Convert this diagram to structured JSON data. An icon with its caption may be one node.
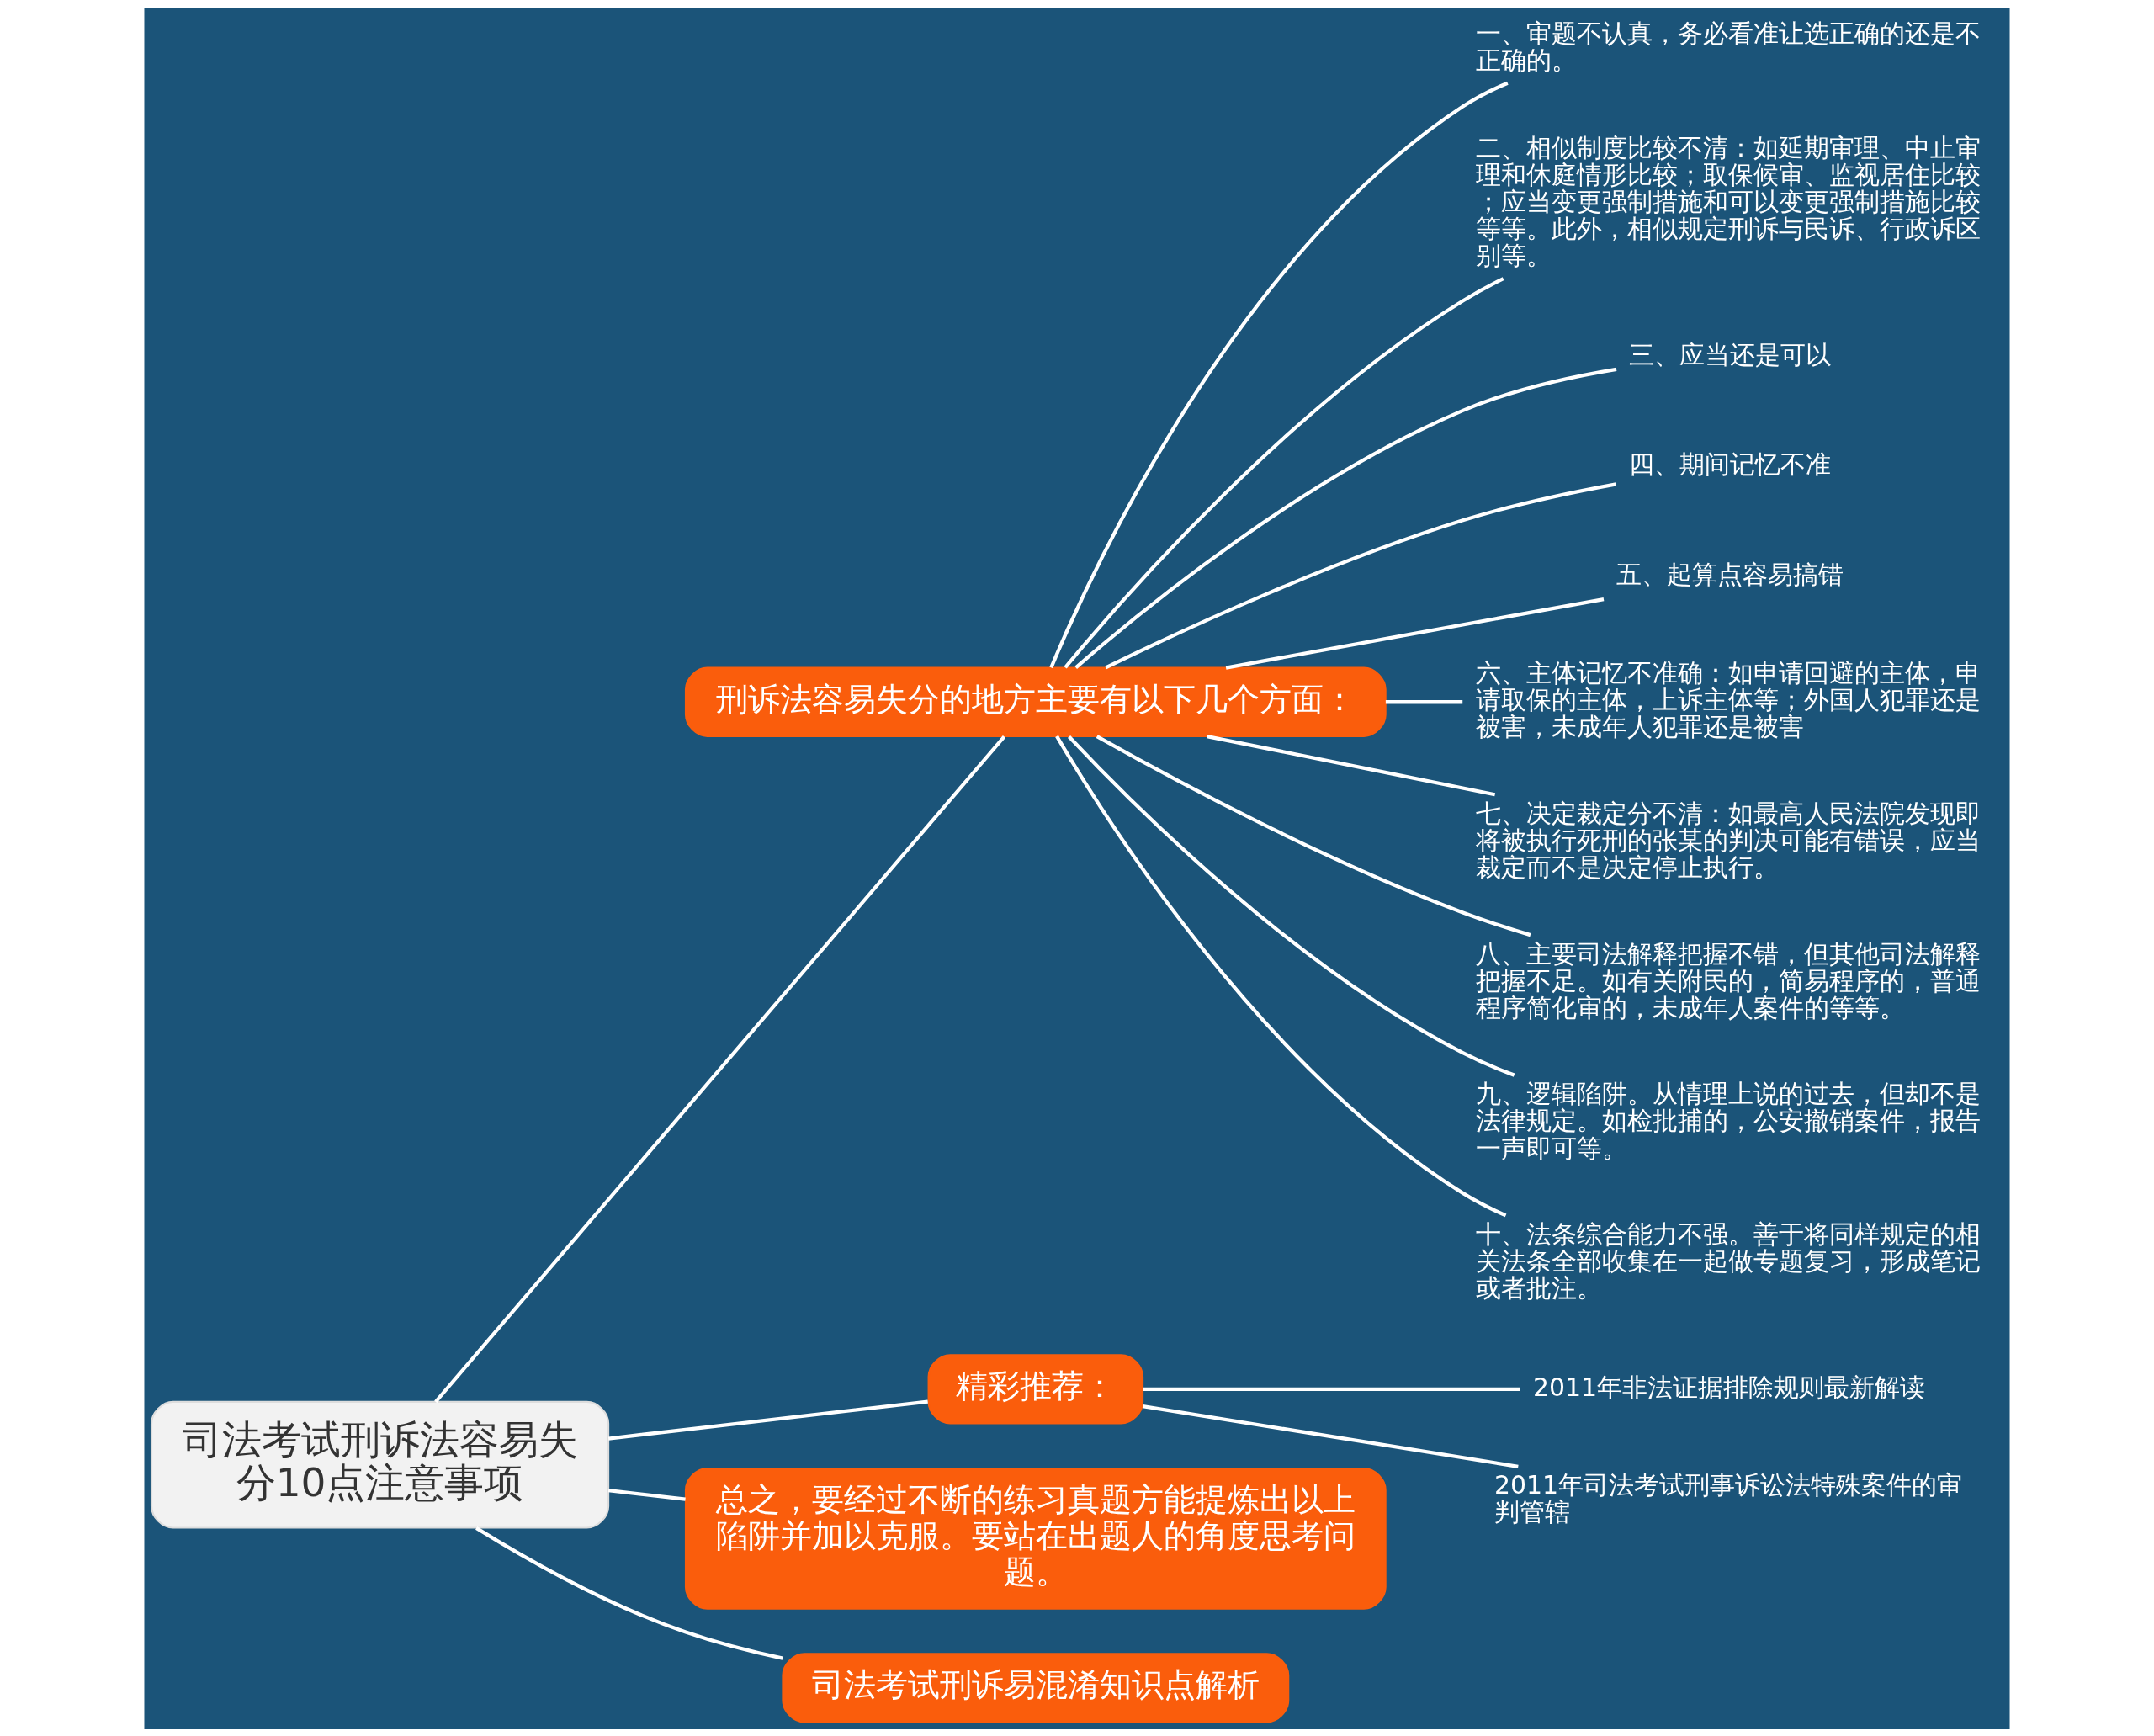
{
  "diagram": {
    "nodes": [
      {
        "text": [
          "司法考试刑诉法容易失分10点注意事项"
        ]
      },
      {
        "text": [
          "刑诉法容易失分的地方主要有以下几个方面："
        ]
      },
      {
        "text": [
          "一、审题不认真，务必看准让选正确的还是不正确的。"
        ]
      },
      {
        "text": [
          "二、相似制度比较不清：如延期审理、中止审理和休庭情形比较；取保候审、监视居住比较；应当变更强制措施和可以变更强制措施比较等等。此外，相似规定刑诉与民诉、行政诉区别等。"
        ]
      },
      {
        "text": [
          "三、应当还是可以"
        ]
      },
      {
        "text": [
          "四、期间记忆不准"
        ]
      },
      {
        "text": [
          "五、起算点容易搞错"
        ]
      },
      {
        "text": [
          "六、主体记忆不准确：如申请回避的主体，申请取保的主体，上诉主体等；外国人犯罪还是被害，未成年人犯罪还是被害"
        ]
      },
      {
        "text": [
          "七、决定裁定分不清：如最高人民法院发现即将被执行死刑的张某的判决可能有错误，应当裁定而不是决定停止执行。"
        ]
      },
      {
        "text": [
          "八、主要司法解释把握不错，但其他司法解释把握不足。如有关附民的，简易程序的，普通程序简化审的，未成年人案件的等等。"
        ]
      },
      {
        "text": [
          "九、逻辑陷阱。从情理上说的过去，但却不是法律规定。如检批捕的，公安撤销案件，报告一声即可等。"
        ]
      },
      {
        "text": [
          "十、法条综合能力不强。善于将同样规定的相关法条全部收集在一起做专题复习，形成笔记或者批注。"
        ]
      },
      {
        "text": [
          "精彩推荐："
        ]
      },
      {
        "text": [
          "2011年非法证据排除规则最新解读"
        ]
      },
      {
        "text": [
          "2011年司法考试刑事诉讼法特殊案件的审判管辖"
        ]
      },
      {
        "text": [
          "总之，要经过不断的练习真题方能提炼出以上陷阱并加以克服。要站在出题人的角度思考问题。"
        ]
      },
      {
        "text": [
          "司法考试刑诉易混淆知识点解析"
        ]
      }
    ],
    "edges": [
      {
        "from": 0,
        "to": 1,
        "arrow": "none"
      },
      {
        "from": 1,
        "to": 2,
        "arrow": "none"
      },
      {
        "from": 1,
        "to": 3,
        "arrow": "none"
      },
      {
        "from": 1,
        "to": 4,
        "arrow": "none"
      },
      {
        "from": 1,
        "to": 5,
        "arrow": "none"
      },
      {
        "from": 1,
        "to": 6,
        "arrow": "none"
      },
      {
        "from": 1,
        "to": 7,
        "arrow": "none"
      },
      {
        "from": 1,
        "to": 8,
        "arrow": "none"
      },
      {
        "from": 1,
        "to": 9,
        "arrow": "none"
      },
      {
        "from": 1,
        "to": 10,
        "arrow": "none"
      },
      {
        "from": 1,
        "to": 11,
        "arrow": "none"
      },
      {
        "from": 0,
        "to": 12,
        "arrow": "none"
      },
      {
        "from": 12,
        "to": 13,
        "arrow": "none"
      },
      {
        "from": 12,
        "to": 14,
        "arrow": "none"
      },
      {
        "from": 0,
        "to": 15,
        "arrow": "none"
      },
      {
        "from": 0,
        "to": 16,
        "arrow": "none"
      }
    ]
  }
}
